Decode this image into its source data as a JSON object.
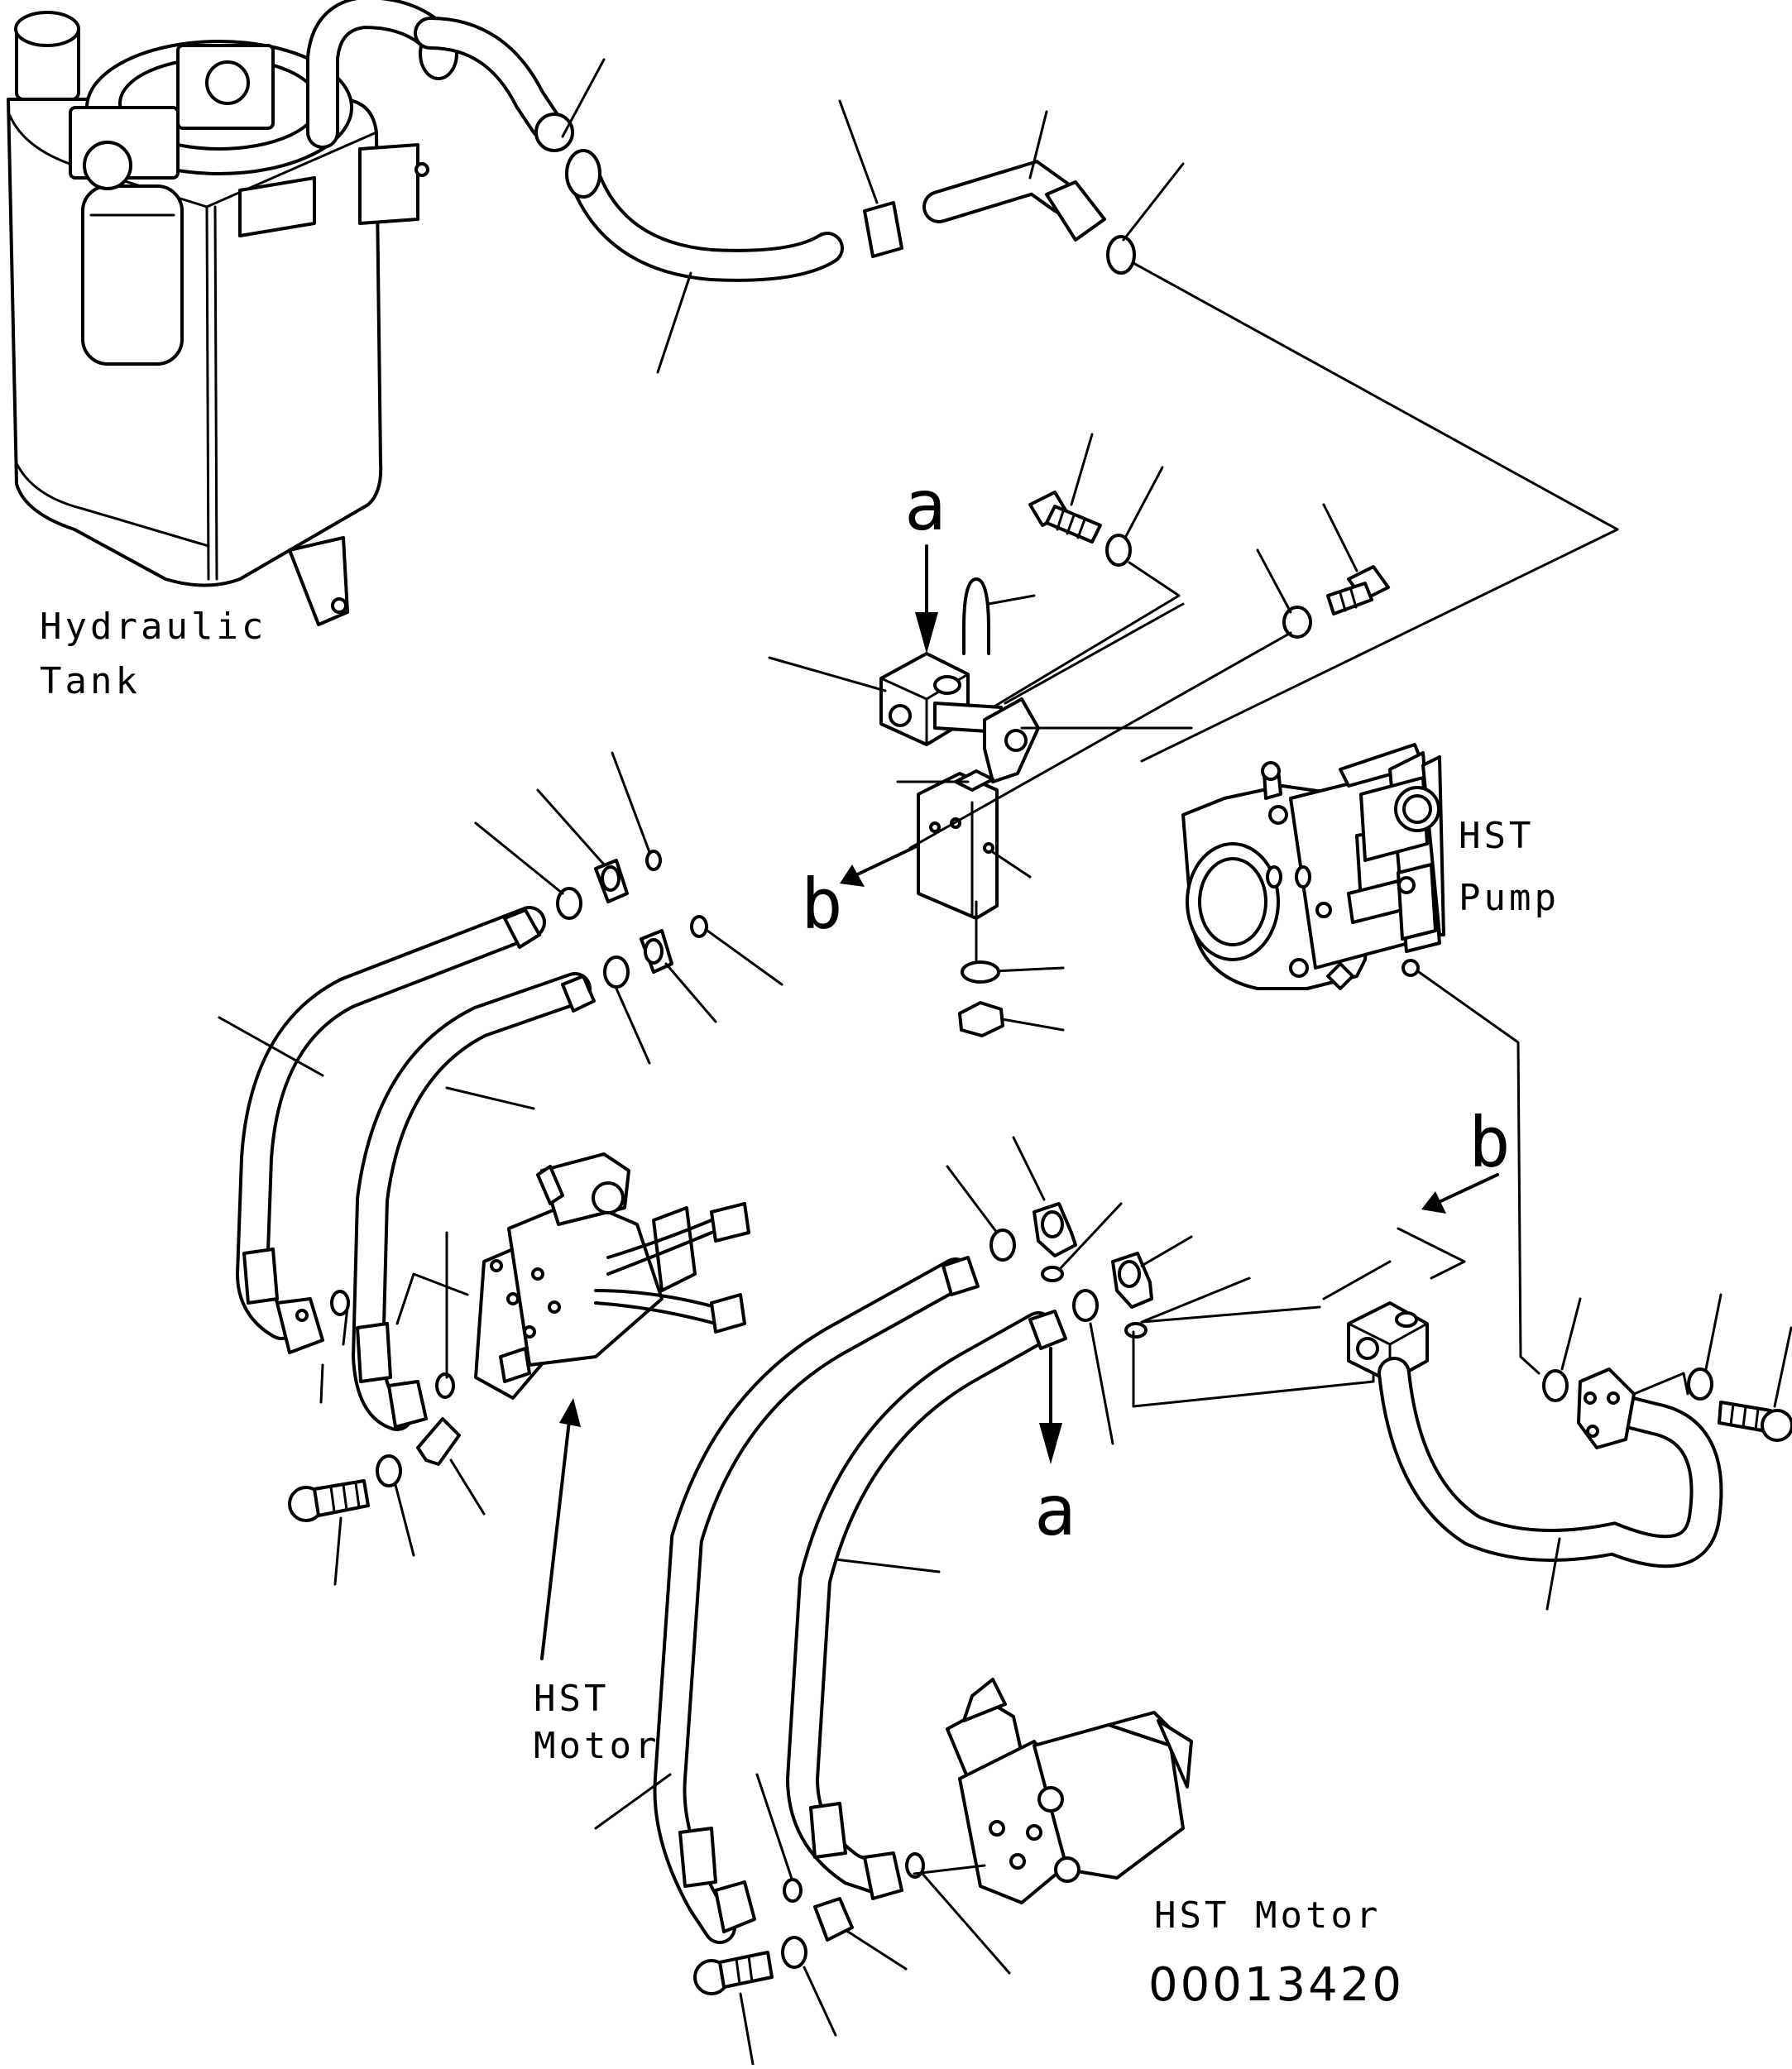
{
  "labels": {
    "hydraulic_tank": [
      "Hydraulic",
      "Tank"
    ],
    "hst_pump": [
      "HST",
      "Pump"
    ],
    "hst_motor_left": [
      "HST",
      "Motor"
    ],
    "hst_motor_right": "HST Motor"
  },
  "reference_marks": {
    "a_top": "a",
    "a_bottom": "a",
    "b_left": "b",
    "b_right": "b"
  },
  "drawing_number": "00013420"
}
